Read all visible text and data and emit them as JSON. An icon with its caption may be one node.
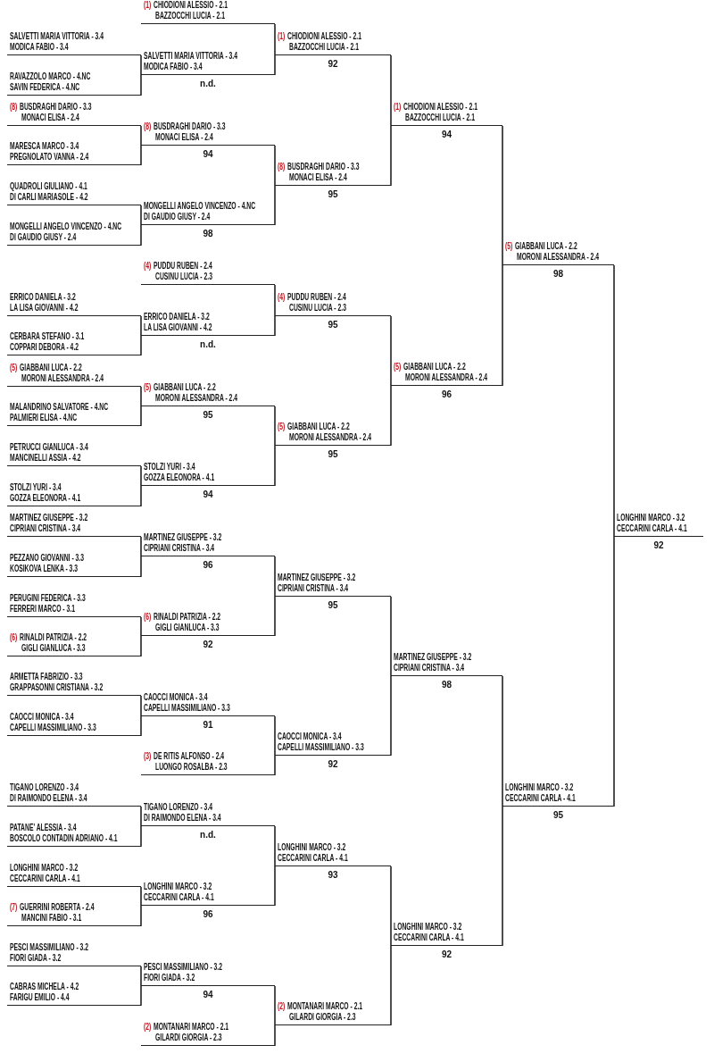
{
  "diagram": {
    "nodes": [
      {
        "text": [
          "SALVETTI MARIA VITTORIA - 3.4",
          "MODICA FABIO - 3.4"
        ]
      },
      {
        "text": [
          "RAVAZZOLO MARCO - 4.NC",
          "SAVIN FEDERICA - 4.NC"
        ]
      },
      {
        "text": [
          "(8)",
          "BUSDRAGHI DARIO - 3.3",
          "MONACI ELISA - 2.4"
        ]
      },
      {
        "text": [
          "MARESCA MARCO - 3.4",
          "PREGNOLATO VANNA - 2.4"
        ]
      },
      {
        "text": [
          "QUADROLI GIULIANO - 4.1",
          "DI CARLI MARIASOLE - 4.2"
        ]
      },
      {
        "text": [
          "MONGELLI ANGELO VINCENZO - 4.NC",
          "DI GAUDIO GIUSY - 2.4"
        ]
      },
      {
        "text": [
          "ERRICO DANIELA - 3.2",
          "LA LISA GIOVANNI - 4.2"
        ]
      },
      {
        "text": [
          "CERBARA STEFANO - 3.1",
          "COPPARI DEBORA - 4.2"
        ]
      },
      {
        "text": [
          "(5)",
          "GIABBANI LUCA - 2.2",
          "MORONI ALESSANDRA - 2.4"
        ]
      },
      {
        "text": [
          "MALANDRINO SALVATORE - 4.NC",
          "PALMIERI ELISA - 4.NC"
        ]
      },
      {
        "text": [
          "PETRUCCI GIANLUCA - 3.4",
          "MANCINELLI ASSIA - 4.2"
        ]
      },
      {
        "text": [
          "STOLZI YURI - 3.4",
          "GOZZA ELEONORA - 4.1"
        ]
      },
      {
        "text": [
          "MARTINEZ GIUSEPPE - 3.2",
          "CIPRIANI CRISTINA - 3.4"
        ]
      },
      {
        "text": [
          "PEZZANO GIOVANNI - 3.3",
          "KOSIKOVA LENKA - 3.3"
        ]
      },
      {
        "text": [
          "PERUGINI FEDERICA - 3.3",
          "FERRERI MARCO - 3.1"
        ]
      },
      {
        "text": [
          "(6)",
          "RINALDI PATRIZIA - 2.2",
          "GIGLI GIANLUCA - 3.3"
        ]
      },
      {
        "text": [
          "ARMETTA FABRIZIO - 3.3",
          "GRAPPASONNI CRISTIANA - 3.2"
        ]
      },
      {
        "text": [
          "CAOCCI MONICA - 3.4",
          "CAPELLI MASSIMILIANO - 3.3"
        ]
      },
      {
        "text": [
          "TIGANO LORENZO - 3.4",
          "DI RAIMONDO ELENA - 3.4"
        ]
      },
      {
        "text": [
          "PATANE' ALESSIA - 3.4",
          "BOSCOLO CONTADIN ADRIANO - 4.1"
        ]
      },
      {
        "text": [
          "LONGHINI MARCO - 3.2",
          "CECCARINI CARLA - 4.1"
        ]
      },
      {
        "text": [
          "(7)",
          "GUERRINI ROBERTA - 2.4",
          "MANCINI FABIO - 3.1"
        ]
      },
      {
        "text": [
          "PESCI MASSIMILIANO - 3.2",
          "FIORI GIADA - 3.2"
        ]
      },
      {
        "text": [
          "CABRAS MICHELA - 4.2",
          "FARIGU EMILIO - 4.4"
        ]
      },
      {
        "text": [
          "(1)",
          "CHIODIONI ALESSIO - 2.1",
          "BAZZOCCHI LUCIA - 2.1"
        ]
      },
      {
        "text": [
          "SALVETTI MARIA VITTORIA - 3.4",
          "MODICA FABIO - 3.4"
        ],
        "beside": [
          "n.d."
        ]
      },
      {
        "text": [
          "(8)",
          "BUSDRAGHI DARIO - 3.3",
          "MONACI ELISA - 2.4"
        ],
        "beside": [
          "94"
        ]
      },
      {
        "text": [
          "MONGELLI ANGELO VINCENZO - 4.NC",
          "DI GAUDIO GIUSY - 2.4"
        ],
        "beside": [
          "98"
        ]
      },
      {
        "text": [
          "(4)",
          "PUDDU RUBEN - 2.4",
          "CUSINU LUCIA - 2.3"
        ]
      },
      {
        "text": [
          "ERRICO DANIELA - 3.2",
          "LA LISA GIOVANNI - 4.2"
        ],
        "beside": [
          "n.d."
        ]
      },
      {
        "text": [
          "(5)",
          "GIABBANI LUCA - 2.2",
          "MORONI ALESSANDRA - 2.4"
        ],
        "beside": [
          "95"
        ]
      },
      {
        "text": [
          "STOLZI YURI - 3.4",
          "GOZZA ELEONORA - 4.1"
        ],
        "beside": [
          "94"
        ]
      },
      {
        "text": [
          "MARTINEZ GIUSEPPE - 3.2",
          "CIPRIANI CRISTINA - 3.4"
        ],
        "beside": [
          "96"
        ]
      },
      {
        "text": [
          "(6)",
          "RINALDI PATRIZIA - 2.2",
          "GIGLI GIANLUCA - 3.3"
        ],
        "beside": [
          "92"
        ]
      },
      {
        "text": [
          "CAOCCI MONICA - 3.4",
          "CAPELLI MASSIMILIANO - 3.3"
        ],
        "beside": [
          "91"
        ]
      },
      {
        "text": [
          "(3)",
          "DE RITIS ALFONSO - 2.4",
          "LUONGO ROSALBA - 2.3"
        ]
      },
      {
        "text": [
          "TIGANO LORENZO - 3.4",
          "DI RAIMONDO ELENA - 3.4"
        ],
        "beside": [
          "n.d."
        ]
      },
      {
        "text": [
          "LONGHINI MARCO - 3.2",
          "CECCARINI CARLA - 4.1"
        ],
        "beside": [
          "96"
        ]
      },
      {
        "text": [
          "PESCI MASSIMILIANO - 3.2",
          "FIORI GIADA - 3.2"
        ],
        "beside": [
          "94"
        ]
      },
      {
        "text": [
          "(2)",
          "MONTANARI MARCO - 2.1",
          "GILARDI GIORGIA - 2.3"
        ]
      },
      {
        "text": [
          "(1)",
          "CHIODIONI ALESSIO - 2.1",
          "BAZZOCCHI LUCIA - 2.1"
        ],
        "beside": [
          "92"
        ]
      },
      {
        "text": [
          "(8)",
          "BUSDRAGHI DARIO - 3.3",
          "MONACI ELISA - 2.4"
        ],
        "beside": [
          "95"
        ]
      },
      {
        "text": [
          "(4)",
          "PUDDU RUBEN - 2.4",
          "CUSINU LUCIA - 2.3"
        ],
        "beside": [
          "95"
        ]
      },
      {
        "text": [
          "(5)",
          "GIABBANI LUCA - 2.2",
          "MORONI ALESSANDRA - 2.4"
        ],
        "beside": [
          "95"
        ]
      },
      {
        "text": [
          "MARTINEZ GIUSEPPE - 3.2",
          "CIPRIANI CRISTINA - 3.4"
        ],
        "beside": [
          "95"
        ]
      },
      {
        "text": [
          "CAOCCI MONICA - 3.4",
          "CAPELLI MASSIMILIANO - 3.3"
        ],
        "beside": [
          "92"
        ]
      },
      {
        "text": [
          "LONGHINI MARCO - 3.2",
          "CECCARINI CARLA - 4.1"
        ],
        "beside": [
          "93"
        ]
      },
      {
        "text": [
          "(2)",
          "MONTANARI MARCO - 2.1",
          "GILARDI GIORGIA - 2.3"
        ]
      },
      {
        "text": [
          "(1)",
          "CHIODIONI ALESSIO - 2.1",
          "BAZZOCCHI LUCIA - 2.1"
        ],
        "beside": [
          "94"
        ]
      },
      {
        "text": [
          "(5)",
          "GIABBANI LUCA - 2.2",
          "MORONI ALESSANDRA - 2.4"
        ],
        "beside": [
          "96"
        ]
      },
      {
        "text": [
          "MARTINEZ GIUSEPPE - 3.2",
          "CIPRIANI CRISTINA - 3.4"
        ],
        "beside": [
          "98"
        ]
      },
      {
        "text": [
          "LONGHINI MARCO - 3.2",
          "CECCARINI CARLA - 4.1"
        ],
        "beside": [
          "92"
        ]
      },
      {
        "text": [
          "(5)",
          "GIABBANI LUCA - 2.2",
          "MORONI ALESSANDRA - 2.4"
        ],
        "beside": [
          "98"
        ]
      },
      {
        "text": [
          "LONGHINI MARCO - 3.2",
          "CECCARINI CARLA - 4.1"
        ],
        "beside": [
          "95"
        ]
      },
      {
        "text": [
          "LONGHINI MARCO - 3.2",
          "CECCARINI CARLA - 4.1"
        ],
        "beside": [
          "92"
        ]
      }
    ],
    "edges": [
      {
        "from": 0,
        "to": 25,
        "arrow": "none"
      },
      {
        "from": 1,
        "to": 25,
        "arrow": "none"
      },
      {
        "from": 2,
        "to": 26,
        "arrow": "none"
      },
      {
        "from": 3,
        "to": 26,
        "arrow": "none"
      },
      {
        "from": 4,
        "to": 27,
        "arrow": "none"
      },
      {
        "from": 5,
        "to": 27,
        "arrow": "none"
      },
      {
        "from": 6,
        "to": 29,
        "arrow": "none"
      },
      {
        "from": 7,
        "to": 29,
        "arrow": "none"
      },
      {
        "from": 8,
        "to": 30,
        "arrow": "none"
      },
      {
        "from": 9,
        "to": 30,
        "arrow": "none"
      },
      {
        "from": 10,
        "to": 31,
        "arrow": "none"
      },
      {
        "from": 11,
        "to": 31,
        "arrow": "none"
      },
      {
        "from": 12,
        "to": 32,
        "arrow": "none"
      },
      {
        "from": 13,
        "to": 32,
        "arrow": "none"
      },
      {
        "from": 14,
        "to": 33,
        "arrow": "none"
      },
      {
        "from": 15,
        "to": 33,
        "arrow": "none"
      },
      {
        "from": 16,
        "to": 34,
        "arrow": "none"
      },
      {
        "from": 17,
        "to": 34,
        "arrow": "none"
      },
      {
        "from": 18,
        "to": 36,
        "arrow": "none"
      },
      {
        "from": 19,
        "to": 36,
        "arrow": "none"
      },
      {
        "from": 20,
        "to": 37,
        "arrow": "none"
      },
      {
        "from": 21,
        "to": 37,
        "arrow": "none"
      },
      {
        "from": 22,
        "to": 38,
        "arrow": "none"
      },
      {
        "from": 23,
        "to": 38,
        "arrow": "none"
      },
      {
        "from": 24,
        "to": 40,
        "arrow": "none"
      },
      {
        "from": 25,
        "to": 40,
        "arrow": "none"
      },
      {
        "from": 26,
        "to": 41,
        "arrow": "none"
      },
      {
        "from": 27,
        "to": 41,
        "arrow": "none"
      },
      {
        "from": 28,
        "to": 42,
        "arrow": "none"
      },
      {
        "from": 29,
        "to": 42,
        "arrow": "none"
      },
      {
        "from": 30,
        "to": 43,
        "arrow": "none"
      },
      {
        "from": 31,
        "to": 43,
        "arrow": "none"
      },
      {
        "from": 32,
        "to": 44,
        "arrow": "none"
      },
      {
        "from": 33,
        "to": 44,
        "arrow": "none"
      },
      {
        "from": 34,
        "to": 45,
        "arrow": "none"
      },
      {
        "from": 35,
        "to": 45,
        "arrow": "none"
      },
      {
        "from": 36,
        "to": 46,
        "arrow": "none"
      },
      {
        "from": 37,
        "to": 46,
        "arrow": "none"
      },
      {
        "from": 38,
        "to": 47,
        "arrow": "none"
      },
      {
        "from": 39,
        "to": 47,
        "arrow": "none"
      },
      {
        "from": 40,
        "to": 48,
        "arrow": "none"
      },
      {
        "from": 41,
        "to": 48,
        "arrow": "none"
      },
      {
        "from": 42,
        "to": 49,
        "arrow": "none"
      },
      {
        "from": 43,
        "to": 49,
        "arrow": "none"
      },
      {
        "from": 44,
        "to": 50,
        "arrow": "none"
      },
      {
        "from": 45,
        "to": 50,
        "arrow": "none"
      },
      {
        "from": 46,
        "to": 51,
        "arrow": "none"
      },
      {
        "from": 47,
        "to": 51,
        "arrow": "none"
      },
      {
        "from": 48,
        "to": 52,
        "arrow": "none"
      },
      {
        "from": 49,
        "to": 52,
        "arrow": "none"
      },
      {
        "from": 50,
        "to": 53,
        "arrow": "none"
      },
      {
        "from": 51,
        "to": 53,
        "arrow": "none"
      },
      {
        "from": 52,
        "to": 54,
        "arrow": "none"
      },
      {
        "from": 53,
        "to": 54,
        "arrow": "none"
      }
    ]
  }
}
